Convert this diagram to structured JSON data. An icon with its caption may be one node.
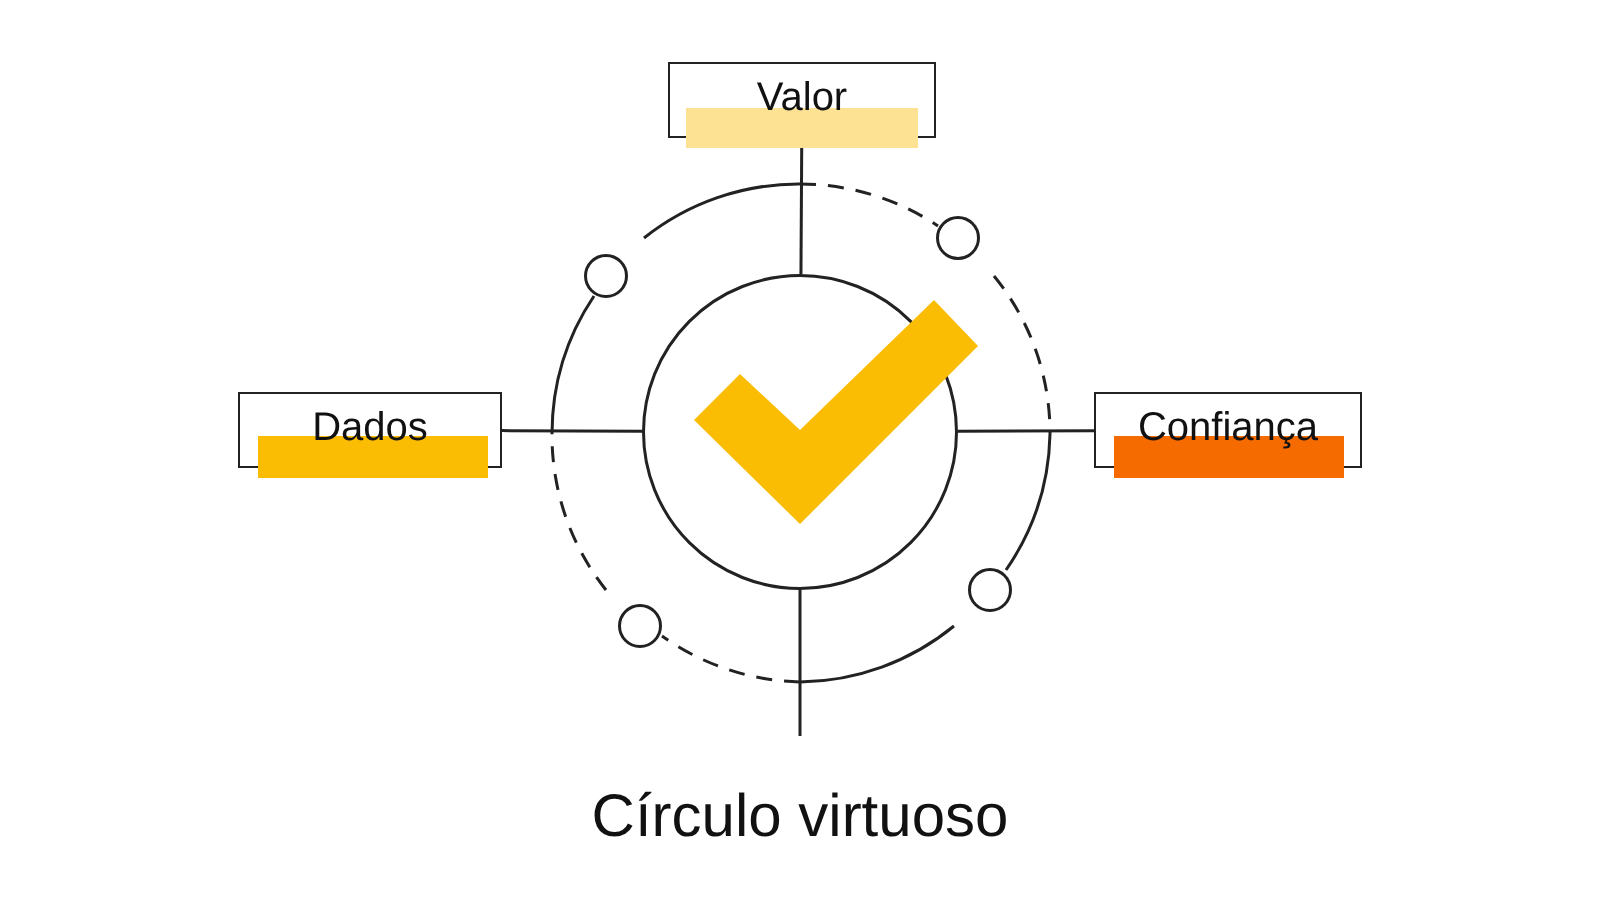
{
  "diagram": {
    "title": "Círculo virtuoso",
    "nodes": [
      {
        "text": [],
        "shape": "circle"
      },
      {
        "text": [
          "Valor"
        ]
      },
      {
        "text": [
          "Dados"
        ]
      },
      {
        "text": [
          "Confiança"
        ]
      },
      {
        "text": [],
        "shape": "circle"
      },
      {
        "text": [],
        "shape": "circle"
      },
      {
        "text": [],
        "shape": "circle"
      },
      {
        "text": [],
        "shape": "circle"
      }
    ],
    "edges": [
      {
        "from": 0,
        "to": 1,
        "arrow": "none"
      },
      {
        "from": 0,
        "to": 2,
        "arrow": "none"
      },
      {
        "from": 0,
        "to": 3,
        "arrow": "none"
      },
      {
        "from": 0,
        "to": null,
        "arrow": "none"
      }
    ]
  }
}
